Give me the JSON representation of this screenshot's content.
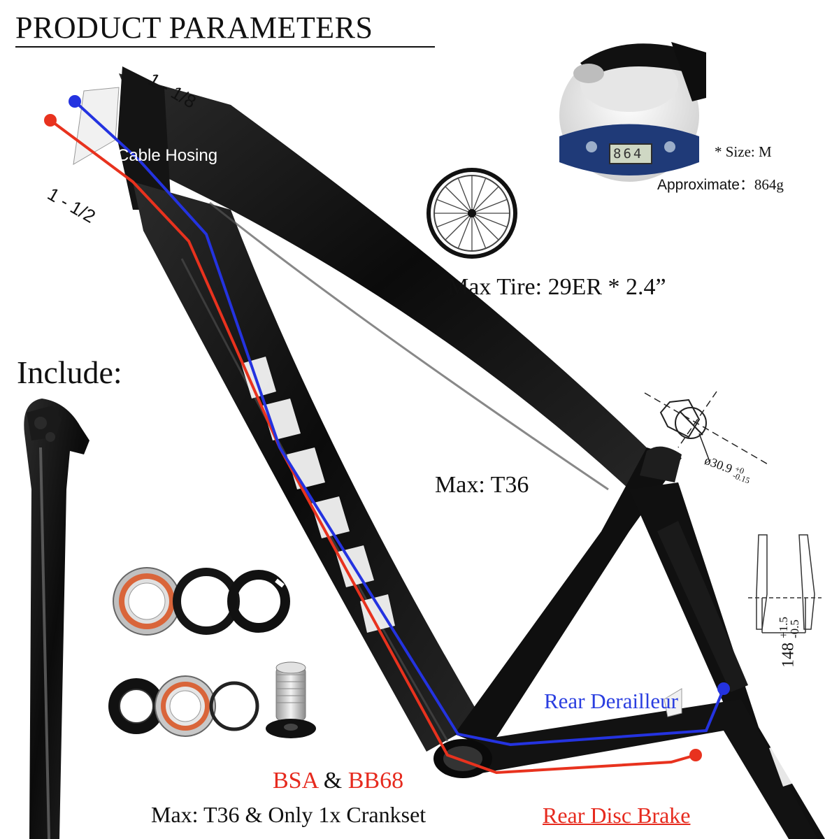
{
  "title": "PRODUCT PARAMETERS",
  "head_top": "1 - 1/8",
  "head_bottom": "1 - 1/2",
  "cable_hosing": "Cable Hosing",
  "weight": {
    "display": "864",
    "size_label": "* Size:  M",
    "approx_label": "Approximate：",
    "approx_value": "864g"
  },
  "max_tire": "Max Tire: 29ER * 2.4”",
  "include_label": "Include:",
  "max_fork": "Max: T36",
  "seatpost_dim": {
    "main": "ø30.9",
    "tol_upper": "+0",
    "tol_lower": "-0.15"
  },
  "rear_spacing": {
    "main": "148",
    "tol_upper": "+1.5",
    "tol_lower": "-0.5"
  },
  "rear_derailleur": "Rear Derailleur",
  "bsa": "BSA",
  "amp": "&",
  "bb68": "BB68",
  "crank_note": "Max: T36 & Only 1x Crankset",
  "rear_disc_brake": "Rear Disc Brake",
  "colors": {
    "red_cable": "#e8321e",
    "blue_cable": "#2433e0",
    "frame": "#111111",
    "blue_text": "#2a3ee0",
    "red_text": "#e62a1e"
  }
}
